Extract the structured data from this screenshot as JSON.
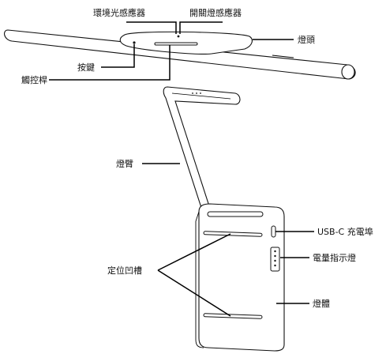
{
  "labels": {
    "ambient_sensor": "環境光感應器",
    "switch_sensor": "開關燈感應器",
    "lamp_head": "燈頭",
    "button": "按鍵",
    "touch_bar": "觸控桿",
    "lamp_arm": "燈臂",
    "usb_port": "USB-C 充電埠",
    "battery_indicator": "電量指示燈",
    "positioning_grooves": "定位凹槽",
    "lamp_body": "燈體"
  }
}
